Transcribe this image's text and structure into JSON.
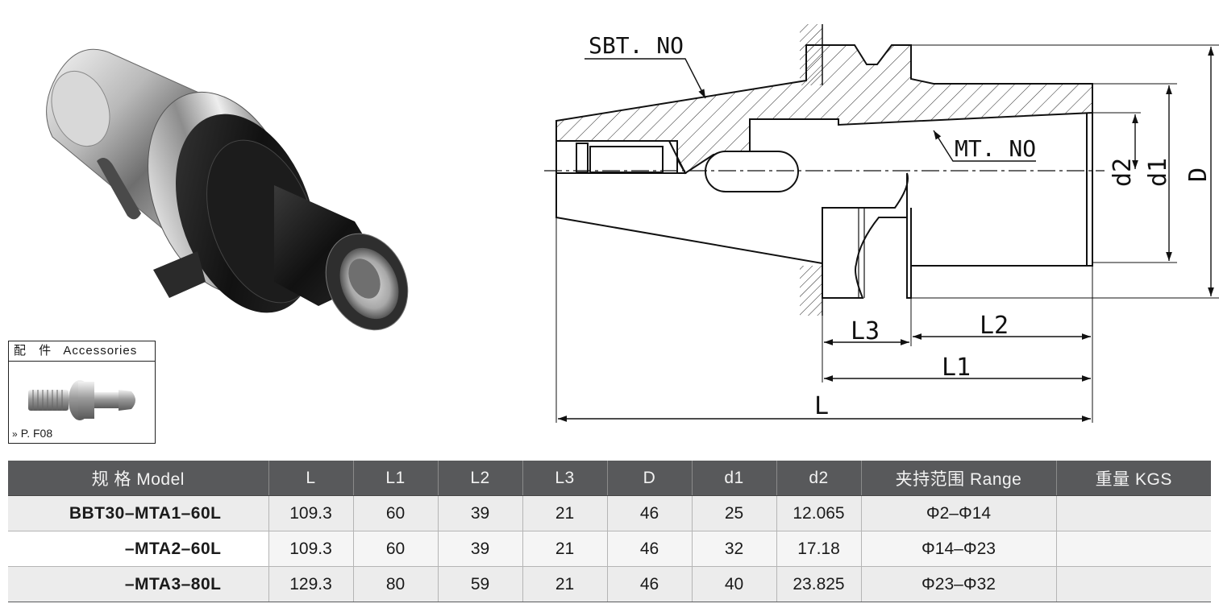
{
  "drawing_labels": {
    "sbt_no": "SBT. NO",
    "mt_no": "MT. NO",
    "d2": "d2",
    "d1": "d1",
    "D": "D",
    "L3": "L3",
    "L2": "L2",
    "L1": "L1",
    "L": "L"
  },
  "accessories": {
    "title_cn": "配 件",
    "title_en": "Accessories",
    "ref_marker": "»",
    "ref_text": "P. F08"
  },
  "table": {
    "headers": [
      "规 格 Model",
      "L",
      "L1",
      "L2",
      "L3",
      "D",
      "d1",
      "d2",
      "夹持范围 Range",
      "重量 KGS"
    ],
    "rows": [
      {
        "model": "BBT30–MTA1–60L",
        "L": "109.3",
        "L1": "60",
        "L2": "39",
        "L3": "21",
        "D": "46",
        "d1": "25",
        "d2": "12.065",
        "range": "Φ2–Φ14",
        "weight": ""
      },
      {
        "model": "–MTA2–60L",
        "L": "109.3",
        "L1": "60",
        "L2": "39",
        "L3": "21",
        "D": "46",
        "d1": "32",
        "d2": "17.18",
        "range": "Φ14–Φ23",
        "weight": ""
      },
      {
        "model": "–MTA3–80L",
        "L": "129.3",
        "L1": "80",
        "L2": "59",
        "L3": "21",
        "D": "46",
        "d1": "40",
        "d2": "23.825",
        "range": "Φ23–Φ32",
        "weight": ""
      }
    ]
  },
  "colors": {
    "table_header_bg": "#58595b",
    "table_header_text": "#f2f2f2",
    "drawing_line": "#111111"
  }
}
